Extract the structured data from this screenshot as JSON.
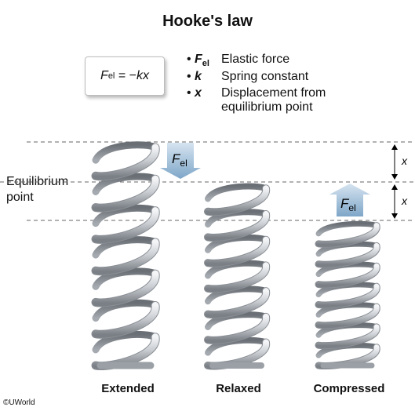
{
  "title": "Hooke's law",
  "formula": {
    "F": "F",
    "sub": "el",
    "rest": " = −",
    "kx": "kx"
  },
  "definitions": [
    {
      "bullet": "•",
      "symbol": "F",
      "symbol_sub": "el",
      "text": "Elastic force"
    },
    {
      "bullet": "•",
      "symbol": "k",
      "symbol_sub": "",
      "text": "Spring constant"
    },
    {
      "bullet": "•",
      "symbol": "x",
      "symbol_sub": "",
      "text": "Displacement from"
    },
    {
      "bullet": "",
      "symbol": "",
      "symbol_sub": "",
      "text": "equilibrium point"
    }
  ],
  "equilibrium_label": [
    "Equilibrium",
    "point"
  ],
  "force_label": {
    "F": "F",
    "sub": "el"
  },
  "displacement_label": "x",
  "springs": [
    {
      "caption": "Extended",
      "turns": 7,
      "state": "extended",
      "force_direction": "down"
    },
    {
      "caption": "Relaxed",
      "turns": 7,
      "state": "relaxed",
      "force_direction": "none"
    },
    {
      "caption": "Compressed",
      "turns": 7,
      "state": "compressed",
      "force_direction": "up"
    }
  ],
  "copyright": "©UWorld",
  "colors": {
    "spring_light": "#e3e6ea",
    "spring_dark": "#7b8086",
    "arrow_top": "#d3e2ef",
    "arrow_bottom": "#7fa8cb",
    "dash": "#555555"
  }
}
